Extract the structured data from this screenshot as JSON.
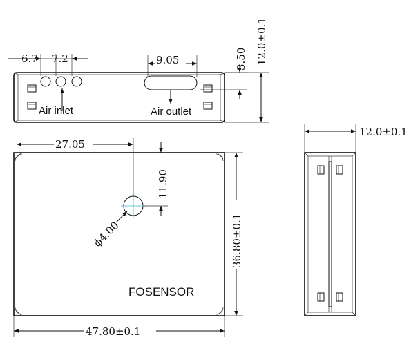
{
  "dimensions": {
    "inlet_spacing_1": "6.7",
    "inlet_spacing_2": "7.2",
    "outlet_width": "9.05",
    "outlet_offset": "3.50",
    "side_height_top": "12.0±0.1",
    "hole_x": "27.05",
    "hole_y": "11.90",
    "hole_diameter": "ϕ4.00",
    "body_height": "36.80±0.1",
    "body_width": "47.80±0.1",
    "side_height_right": "12.0±0.1"
  },
  "labels": {
    "air_inlet": "Air inlet",
    "air_outlet": "Air outlet",
    "brand": "FOSENSOR"
  },
  "colors": {
    "line": "#111111",
    "crosshair": "#3bb8c8"
  }
}
